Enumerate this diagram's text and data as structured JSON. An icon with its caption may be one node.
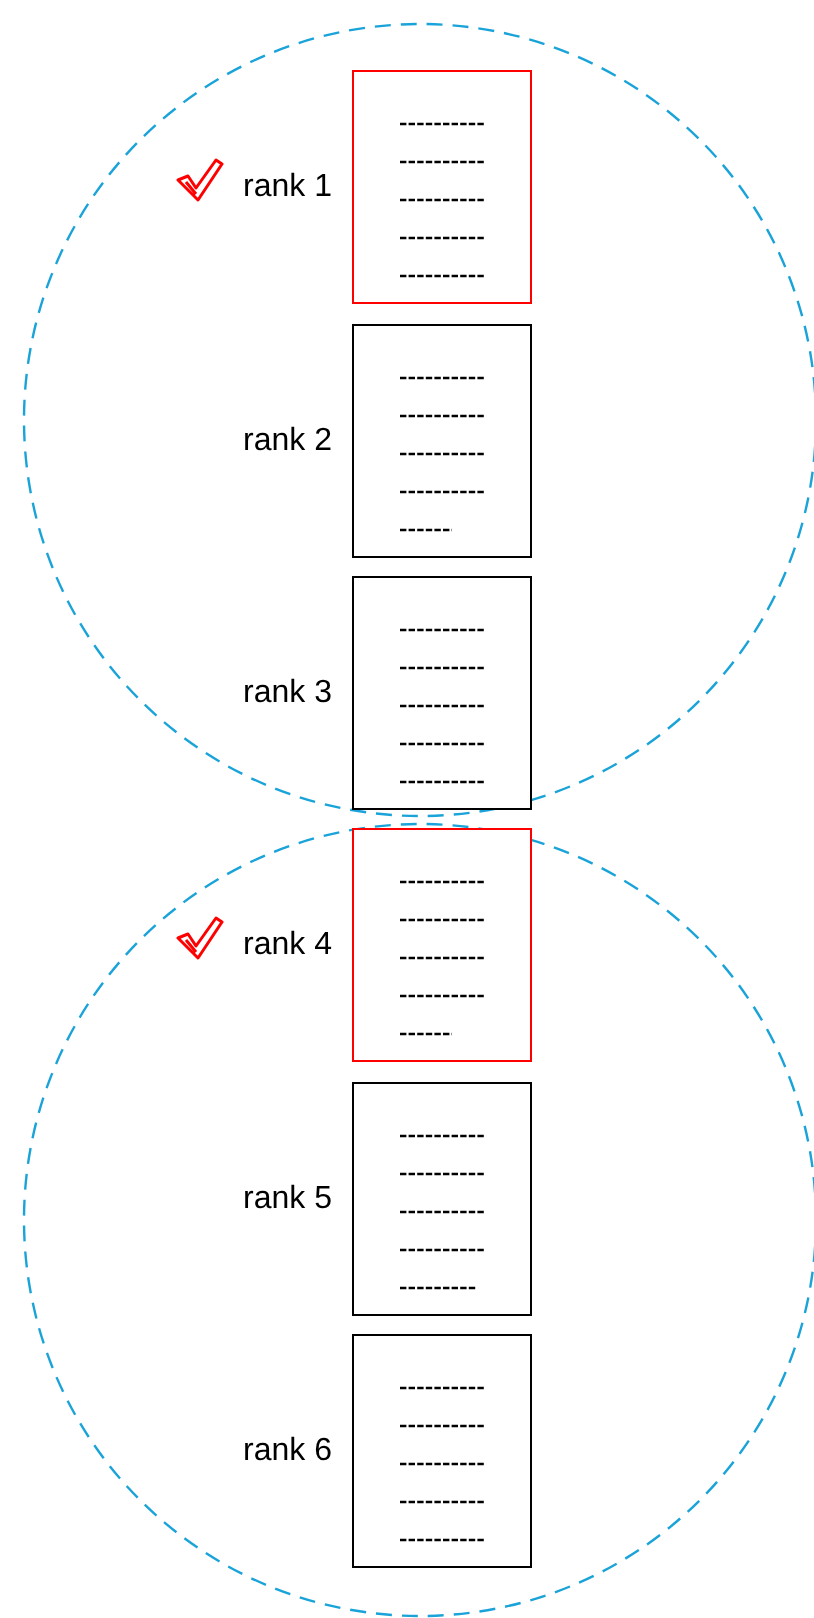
{
  "diagram": {
    "nodes": [
      {
        "text": [],
        "shape": "box",
        "beside": [
          "rank 1"
        ]
      },
      {
        "text": [],
        "shape": "box",
        "beside": [
          "rank 2"
        ]
      },
      {
        "text": [],
        "shape": "box",
        "beside": [
          "rank 3"
        ]
      },
      {
        "text": [],
        "shape": "box",
        "beside": [
          "rank 4"
        ]
      },
      {
        "text": [],
        "shape": "box",
        "beside": [
          "rank 5"
        ]
      },
      {
        "text": [],
        "shape": "box",
        "beside": [
          "rank 6"
        ]
      }
    ]
  }
}
